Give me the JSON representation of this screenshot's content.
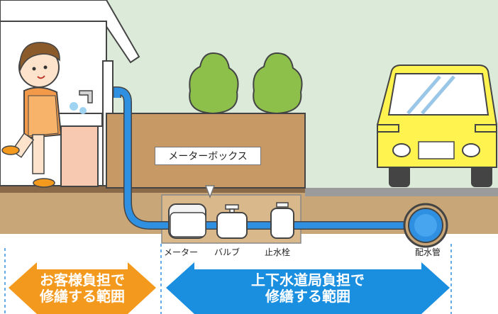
{
  "callout": {
    "meter_box": "メーターボックス"
  },
  "pipe_labels": {
    "meter": "メーター",
    "valve": "バルブ",
    "stop_valve": "止水栓",
    "main_pipe": "配水管"
  },
  "responsibility": {
    "customer_line1": "お客様負担で",
    "customer_line2": "修繕する範囲",
    "bureau_line1": "上下水道局負担で",
    "bureau_line2": "修繕する範囲"
  },
  "colors": {
    "sky": "#dcebd9",
    "pipe": "#2f8fe0",
    "customer_arrow": "#f39a1e",
    "bureau_arrow": "#1a8fe0",
    "car": "#fff44f",
    "tree": "#8cc04a",
    "soil": "#c9a678",
    "fence": "#b58a56"
  }
}
